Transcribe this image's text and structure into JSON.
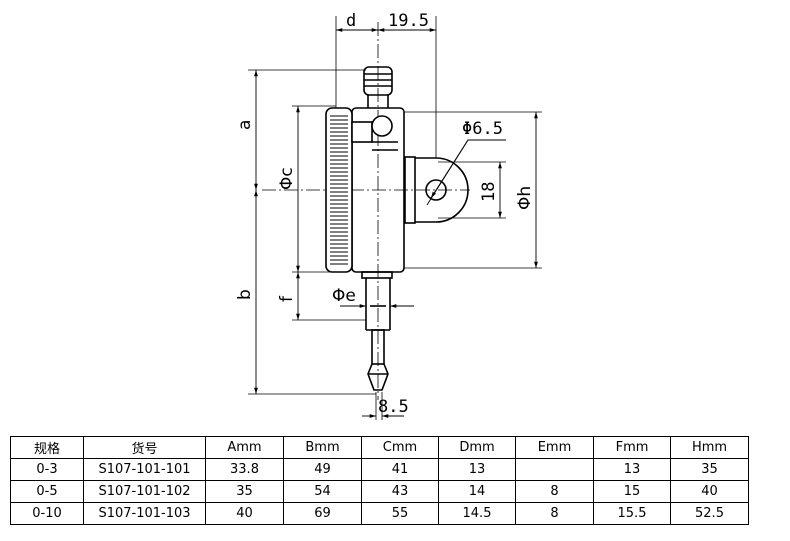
{
  "diagram": {
    "labels": {
      "d": "d",
      "w": "19.5",
      "a": "a",
      "b": "b",
      "c": "Φc",
      "f": "f",
      "e": "Φe",
      "hole": "Φ6.5",
      "lug": "18",
      "h": "Φh",
      "tip": "8.5"
    }
  },
  "table": {
    "headers": [
      "规格",
      "货号",
      "Amm",
      "Bmm",
      "Cmm",
      "Dmm",
      "Emm",
      "Fmm",
      "Hmm"
    ],
    "rows": [
      [
        "0-3",
        "S107-101-101",
        "33.8",
        "49",
        "41",
        "13",
        "",
        "13",
        "35"
      ],
      [
        "0-5",
        "S107-101-102",
        "35",
        "54",
        "43",
        "14",
        "8",
        "15",
        "40"
      ],
      [
        "0-10",
        "S107-101-103",
        "40",
        "69",
        "55",
        "14.5",
        "8",
        "15.5",
        "52.5"
      ]
    ]
  }
}
